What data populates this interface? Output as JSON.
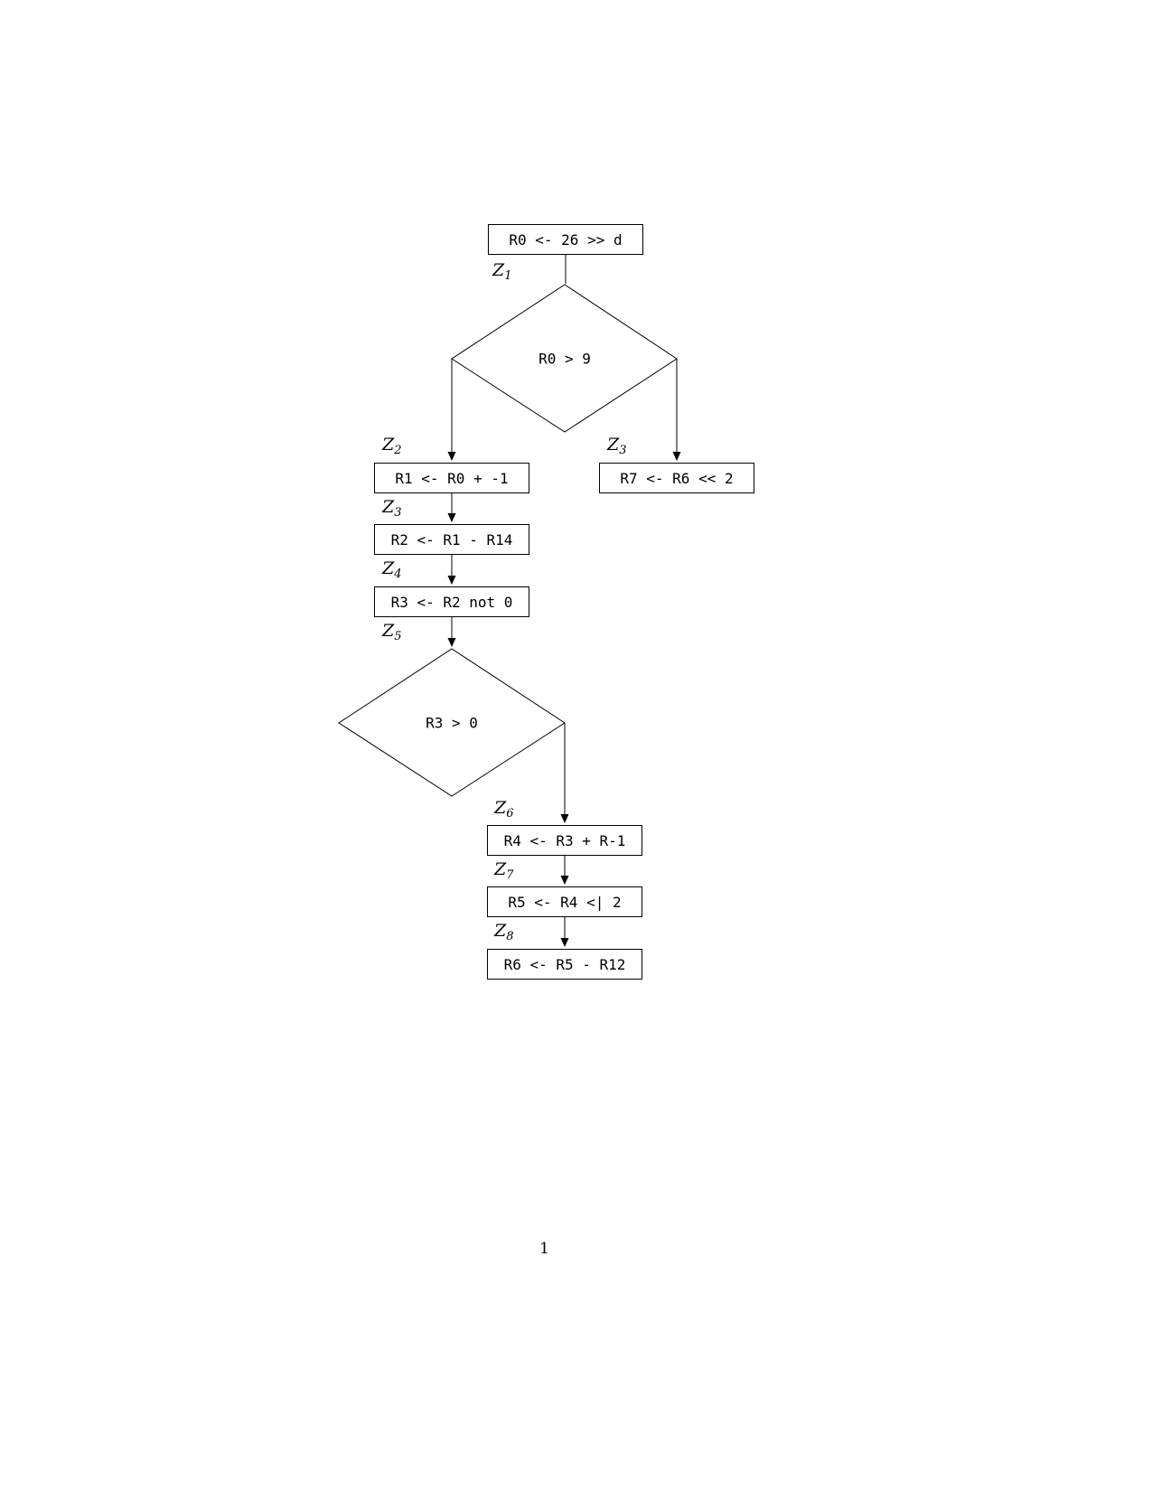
{
  "page": {
    "number": "1"
  },
  "nodes": {
    "start": {
      "text": "R0 <- 26 >> d"
    },
    "decision1": {
      "text": "R0 > 9"
    },
    "box_r1": {
      "text": "R1 <- R0 + -1"
    },
    "box_r7": {
      "text": "R7 <- R6 << 2"
    },
    "box_r2": {
      "text": "R2 <- R1 - R14"
    },
    "box_r3": {
      "text": "R3 <- R2 not 0"
    },
    "decision2": {
      "text": "R3 > 0"
    },
    "box_r4": {
      "text": "R4 <- R3 + R-1"
    },
    "box_r5": {
      "text": "R5 <- R4 <| 2"
    },
    "box_r6": {
      "text": "R6 <- R5 - R12"
    }
  },
  "labels": {
    "z1": {
      "base": "Z",
      "sub": "1"
    },
    "z2": {
      "base": "Z",
      "sub": "2"
    },
    "z3_branch": {
      "base": "Z",
      "sub": "3"
    },
    "z3": {
      "base": "Z",
      "sub": "3"
    },
    "z4": {
      "base": "Z",
      "sub": "4"
    },
    "z5": {
      "base": "Z",
      "sub": "5"
    },
    "z6": {
      "base": "Z",
      "sub": "6"
    },
    "z7": {
      "base": "Z",
      "sub": "7"
    },
    "z8": {
      "base": "Z",
      "sub": "8"
    }
  },
  "colors": {
    "stroke": "#000000",
    "background": "#ffffff"
  }
}
